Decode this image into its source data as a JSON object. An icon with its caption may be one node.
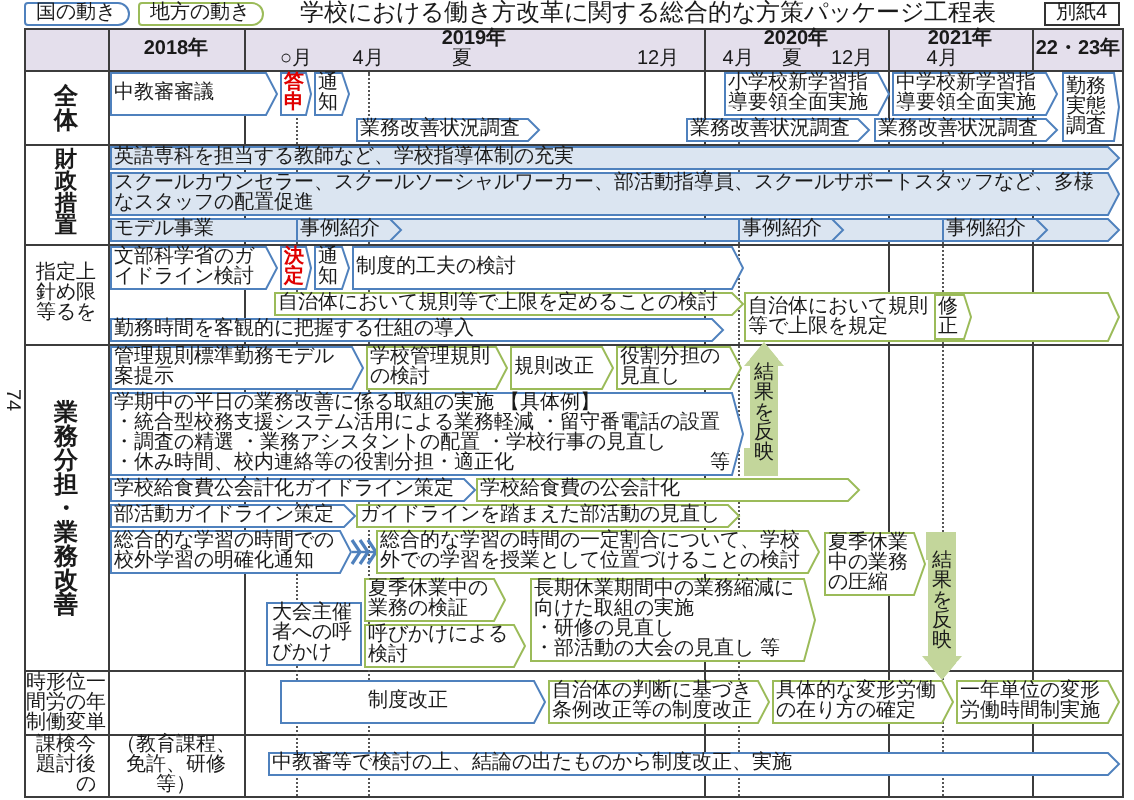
{
  "diagram": {
    "title": "学校における働き方改革に関する総合的な方策パッケージ工程表",
    "nodes": [
      {
        "text": [
          "中教審審議"
        ]
      },
      {
        "text": [
          "答申"
        ]
      },
      {
        "text": [
          "通知"
        ]
      },
      {
        "text": [
          "小学校新学習指導要領全面実施"
        ]
      },
      {
        "text": [
          "中学校新学習指導要領全面実施"
        ]
      },
      {
        "text": [
          "勤務実態調査"
        ]
      },
      {
        "text": [
          "業務改善状況調査"
        ]
      },
      {
        "text": [
          "業務改善状況調査"
        ]
      },
      {
        "text": [
          "業務改善状況調査"
        ]
      },
      {
        "text": [
          "英語専科を担当する教師など、学校指導体制の充実"
        ]
      },
      {
        "text": [
          "スクールカウンセラー、スクールソーシャルワーカー、部活動指導員、スクールサポートスタッフなど、多様なスタッフの配置促進"
        ]
      },
      {
        "text": [
          "モデル事業"
        ]
      },
      {
        "text": [
          "事例紹介"
        ],
        "in": 11
      },
      {
        "text": [
          "事例紹介"
        ],
        "in": 11
      },
      {
        "text": [
          "事例紹介"
        ],
        "in": 11
      },
      {
        "text": [
          "文部科学省のガイドライン検討"
        ]
      },
      {
        "text": [
          "決定"
        ]
      },
      {
        "text": [
          "通知"
        ]
      },
      {
        "text": [
          "制度的工夫の検討"
        ]
      },
      {
        "text": [
          "自治体において規則等で上限を定めることの検討"
        ]
      },
      {
        "text": [
          "自治体において規則等で上限を規定"
        ]
      },
      {
        "text": [
          "修正"
        ],
        "in": 20
      },
      {
        "text": [
          "勤務時間を客観的に把握する仕組の導入"
        ]
      },
      {
        "text": [
          "管理規則標準勤務モデル案提示"
        ]
      },
      {
        "text": [
          "学校管理規則の検討"
        ]
      },
      {
        "text": [
          "規則改正"
        ]
      },
      {
        "text": [
          "役割分担の見直し"
        ]
      },
      {
        "text": [
          "学期中の平日の業務改善に係る取組の実施",
          "【具体例】",
          "・統合型校務支援システム活用による業務軽減",
          "・留守番電話の設置",
          "・調査の精選",
          "・業務アシスタントの配置",
          "・学校行事の見直し",
          "・休み時間、校内連絡等の役割分担・適正化",
          "等"
        ]
      },
      {
        "text": [
          "学校給食費公会計化ガイドライン策定"
        ]
      },
      {
        "text": [
          "学校給食費の公会計化"
        ]
      },
      {
        "text": [
          "部活動ガイドライン策定"
        ]
      },
      {
        "text": [
          "ガイドラインを踏まえた部活動の見直し"
        ]
      },
      {
        "text": [
          "総合的な学習の時間での校外学習の明確化通知"
        ]
      },
      {
        "text": [
          "総合的な学習の時間の一定割合について、学校外での学習を授業として位置づけることの検討"
        ]
      },
      {
        "text": [
          "夏季休業中の業務の検証"
        ]
      },
      {
        "text": [
          "長期休業期間中の業務縮減に向けた取組の実施",
          "・研修の見直し",
          "・部活動の大会の見直し 等"
        ]
      },
      {
        "text": [
          "夏季休業中の業務の圧縮"
        ]
      },
      {
        "text": [
          "大会主催者への呼びかけ"
        ]
      },
      {
        "text": [
          "呼びかけによる検討"
        ]
      },
      {
        "text": [
          "制度改正"
        ]
      },
      {
        "text": [
          "自治体の判断に基づき条例改正等の制度改正"
        ]
      },
      {
        "text": [
          "具体的な変形労働の在り方の確定"
        ]
      },
      {
        "text": [
          "一年単位の変形労働時間制実施"
        ]
      },
      {
        "text": [
          "中教審等で検討の上、結論の出たものから制度改正、実施"
        ]
      }
    ],
    "edges": [
      {
        "from": 27,
        "to": 20,
        "arrow": "to",
        "label": "結果を反映"
      },
      {
        "from": 36,
        "to": 41,
        "arrow": "to",
        "label": "結果を反映"
      },
      {
        "from": 32,
        "to": 33,
        "arrow": "to",
        "color": "#4f81bd"
      }
    ],
    "labels": [
      "別紙4",
      "2018年",
      "2019年",
      "○月",
      "4月",
      "夏",
      "12月",
      "2020年",
      "4月",
      "夏",
      "12月",
      "2021年",
      "4月",
      "22・23年",
      "全体",
      "財政措置",
      "上限を定める指針等",
      "業務分担・業務改善",
      "一年単位の変形労働時間制",
      "今後の検討課題",
      "（教育課程、免許、研修等）",
      "74"
    ],
    "legend": [
      {
        "text": "国の動き",
        "color": "#4f81bd"
      },
      {
        "text": "地方の動き",
        "color": "#9bbb59"
      }
    ]
  }
}
